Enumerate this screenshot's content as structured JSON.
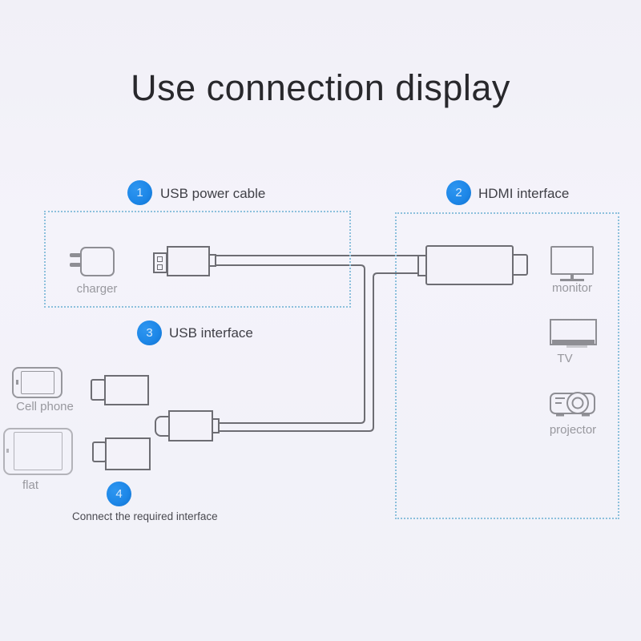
{
  "title": "Use connection display",
  "steps": [
    {
      "num": "1",
      "label": "USB power cable"
    },
    {
      "num": "2",
      "label": "HDMI interface"
    },
    {
      "num": "3",
      "label": "USB interface"
    },
    {
      "num": "4",
      "label": "Connect the required interface"
    }
  ],
  "device_labels": {
    "charger": "charger",
    "monitor": "monitor",
    "tv": "TV",
    "projector": "projector",
    "cell_phone": "Cell phone",
    "flat": "flat"
  },
  "icons": [
    "charger-icon",
    "usb-plug-icon",
    "hdmi-connector-icon",
    "monitor-icon",
    "tv-icon",
    "projector-icon",
    "cell-phone-icon",
    "tablet-icon",
    "usb-adapter-top-icon",
    "usb-adapter-bottom-icon",
    "usb-connector-icon"
  ],
  "colors": {
    "background": "#f2f1f8",
    "accent_blue": "#1d87e8",
    "dashed_box": "#8cc0dc",
    "connector_stroke": "#6d6d73",
    "device_stroke": "#8e8e94",
    "label_gray": "#98989e",
    "title": "#28282c"
  }
}
